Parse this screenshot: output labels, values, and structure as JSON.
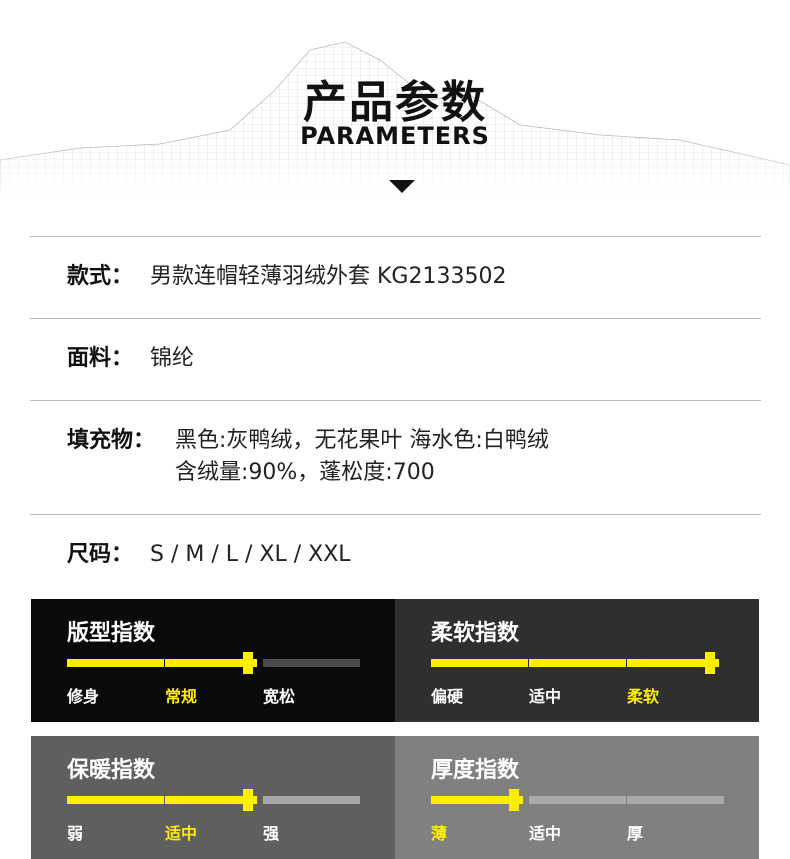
{
  "header": {
    "title_cn": "产品参数",
    "title_en": "PARAMETERS"
  },
  "params": [
    {
      "label": "款式：",
      "value": "男款连帽轻薄羽绒外套 KG2133502"
    },
    {
      "label": "面料：",
      "value": "锦纶"
    },
    {
      "label": "填充物：",
      "value_line1": "黑色:灰鸭绒，无花果叶 海水色:白鸭绒",
      "value_line2": "含绒量:90%，蓬松度:700"
    },
    {
      "label": "尺码：",
      "value": "S / M / L / XL / XXL"
    }
  ],
  "indices": [
    {
      "title": "版型指数",
      "bg": "#0a0a0a",
      "rest": "#4a4a4a",
      "levels": [
        "修身",
        "常规",
        "宽松"
      ],
      "selected": 1
    },
    {
      "title": "柔软指数",
      "bg": "#2f2f2f",
      "rest": "#4a4a4a",
      "levels": [
        "偏硬",
        "适中",
        "柔软"
      ],
      "selected": 2
    },
    {
      "title": "保暖指数",
      "bg": "#5f5f5f",
      "rest": "#a9a9a9",
      "levels": [
        "弱",
        "适中",
        "强"
      ],
      "selected": 1
    },
    {
      "title": "厚度指数",
      "bg": "#808080",
      "rest": "#a9a9a9",
      "levels": [
        "薄",
        "适中",
        "厚"
      ],
      "selected": 0
    }
  ],
  "colors": {
    "accent": "#ffee00"
  }
}
